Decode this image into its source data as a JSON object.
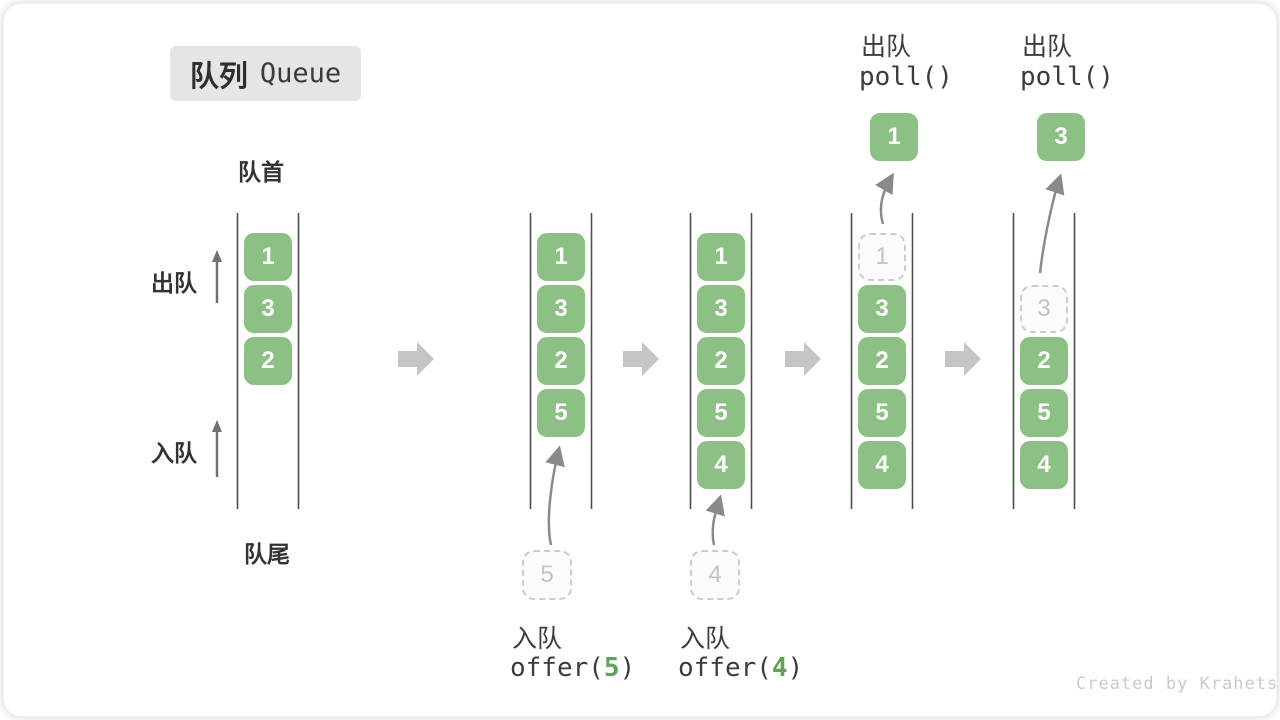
{
  "badge": {
    "zh": "队列",
    "en": "Queue"
  },
  "labels": {
    "front": "队首",
    "rear": "队尾",
    "dequeue_side": "出队",
    "enqueue_side": "入队"
  },
  "stages": [
    {
      "cells": [
        {
          "v": "1",
          "state": "green"
        },
        {
          "v": "3",
          "state": "green"
        },
        {
          "v": "2",
          "state": "green"
        }
      ]
    },
    {
      "cells": [
        {
          "v": "1",
          "state": "green"
        },
        {
          "v": "3",
          "state": "green"
        },
        {
          "v": "2",
          "state": "green"
        },
        {
          "v": "5",
          "state": "green"
        }
      ],
      "pending": "5"
    },
    {
      "cells": [
        {
          "v": "1",
          "state": "green"
        },
        {
          "v": "3",
          "state": "green"
        },
        {
          "v": "2",
          "state": "green"
        },
        {
          "v": "5",
          "state": "green"
        },
        {
          "v": "4",
          "state": "green"
        }
      ],
      "pending": "4"
    },
    {
      "cells": [
        {
          "v": "1",
          "state": "ghost"
        },
        {
          "v": "3",
          "state": "green"
        },
        {
          "v": "2",
          "state": "green"
        },
        {
          "v": "5",
          "state": "green"
        },
        {
          "v": "4",
          "state": "green"
        }
      ],
      "out": "1"
    },
    {
      "cells": [
        {
          "v": "3",
          "state": "ghost"
        },
        {
          "v": "2",
          "state": "green"
        },
        {
          "v": "5",
          "state": "green"
        },
        {
          "v": "4",
          "state": "green"
        }
      ],
      "out": "3"
    }
  ],
  "ops": {
    "offer5": {
      "label": "入队",
      "open": "offer(",
      "arg": "5",
      "close": ")"
    },
    "offer4": {
      "label": "入队",
      "open": "offer(",
      "arg": "4",
      "close": ")"
    },
    "poll1": {
      "label": "出队",
      "call": "poll()"
    },
    "poll2": {
      "label": "出队",
      "call": "poll()"
    }
  },
  "watermark": "Created by Krahets",
  "colors": {
    "box_green": "#8cc084",
    "arg_green": "#5fa25a",
    "block_arrow_gray": "#c5c5c5",
    "curved_arrow_gray": "#8a8a8a",
    "rail_gray": "#4f4f4f",
    "ghost_gray": "#c3c3c3",
    "badge_bg": "#e5e5e5",
    "text_dark": "#3c3c3c"
  }
}
